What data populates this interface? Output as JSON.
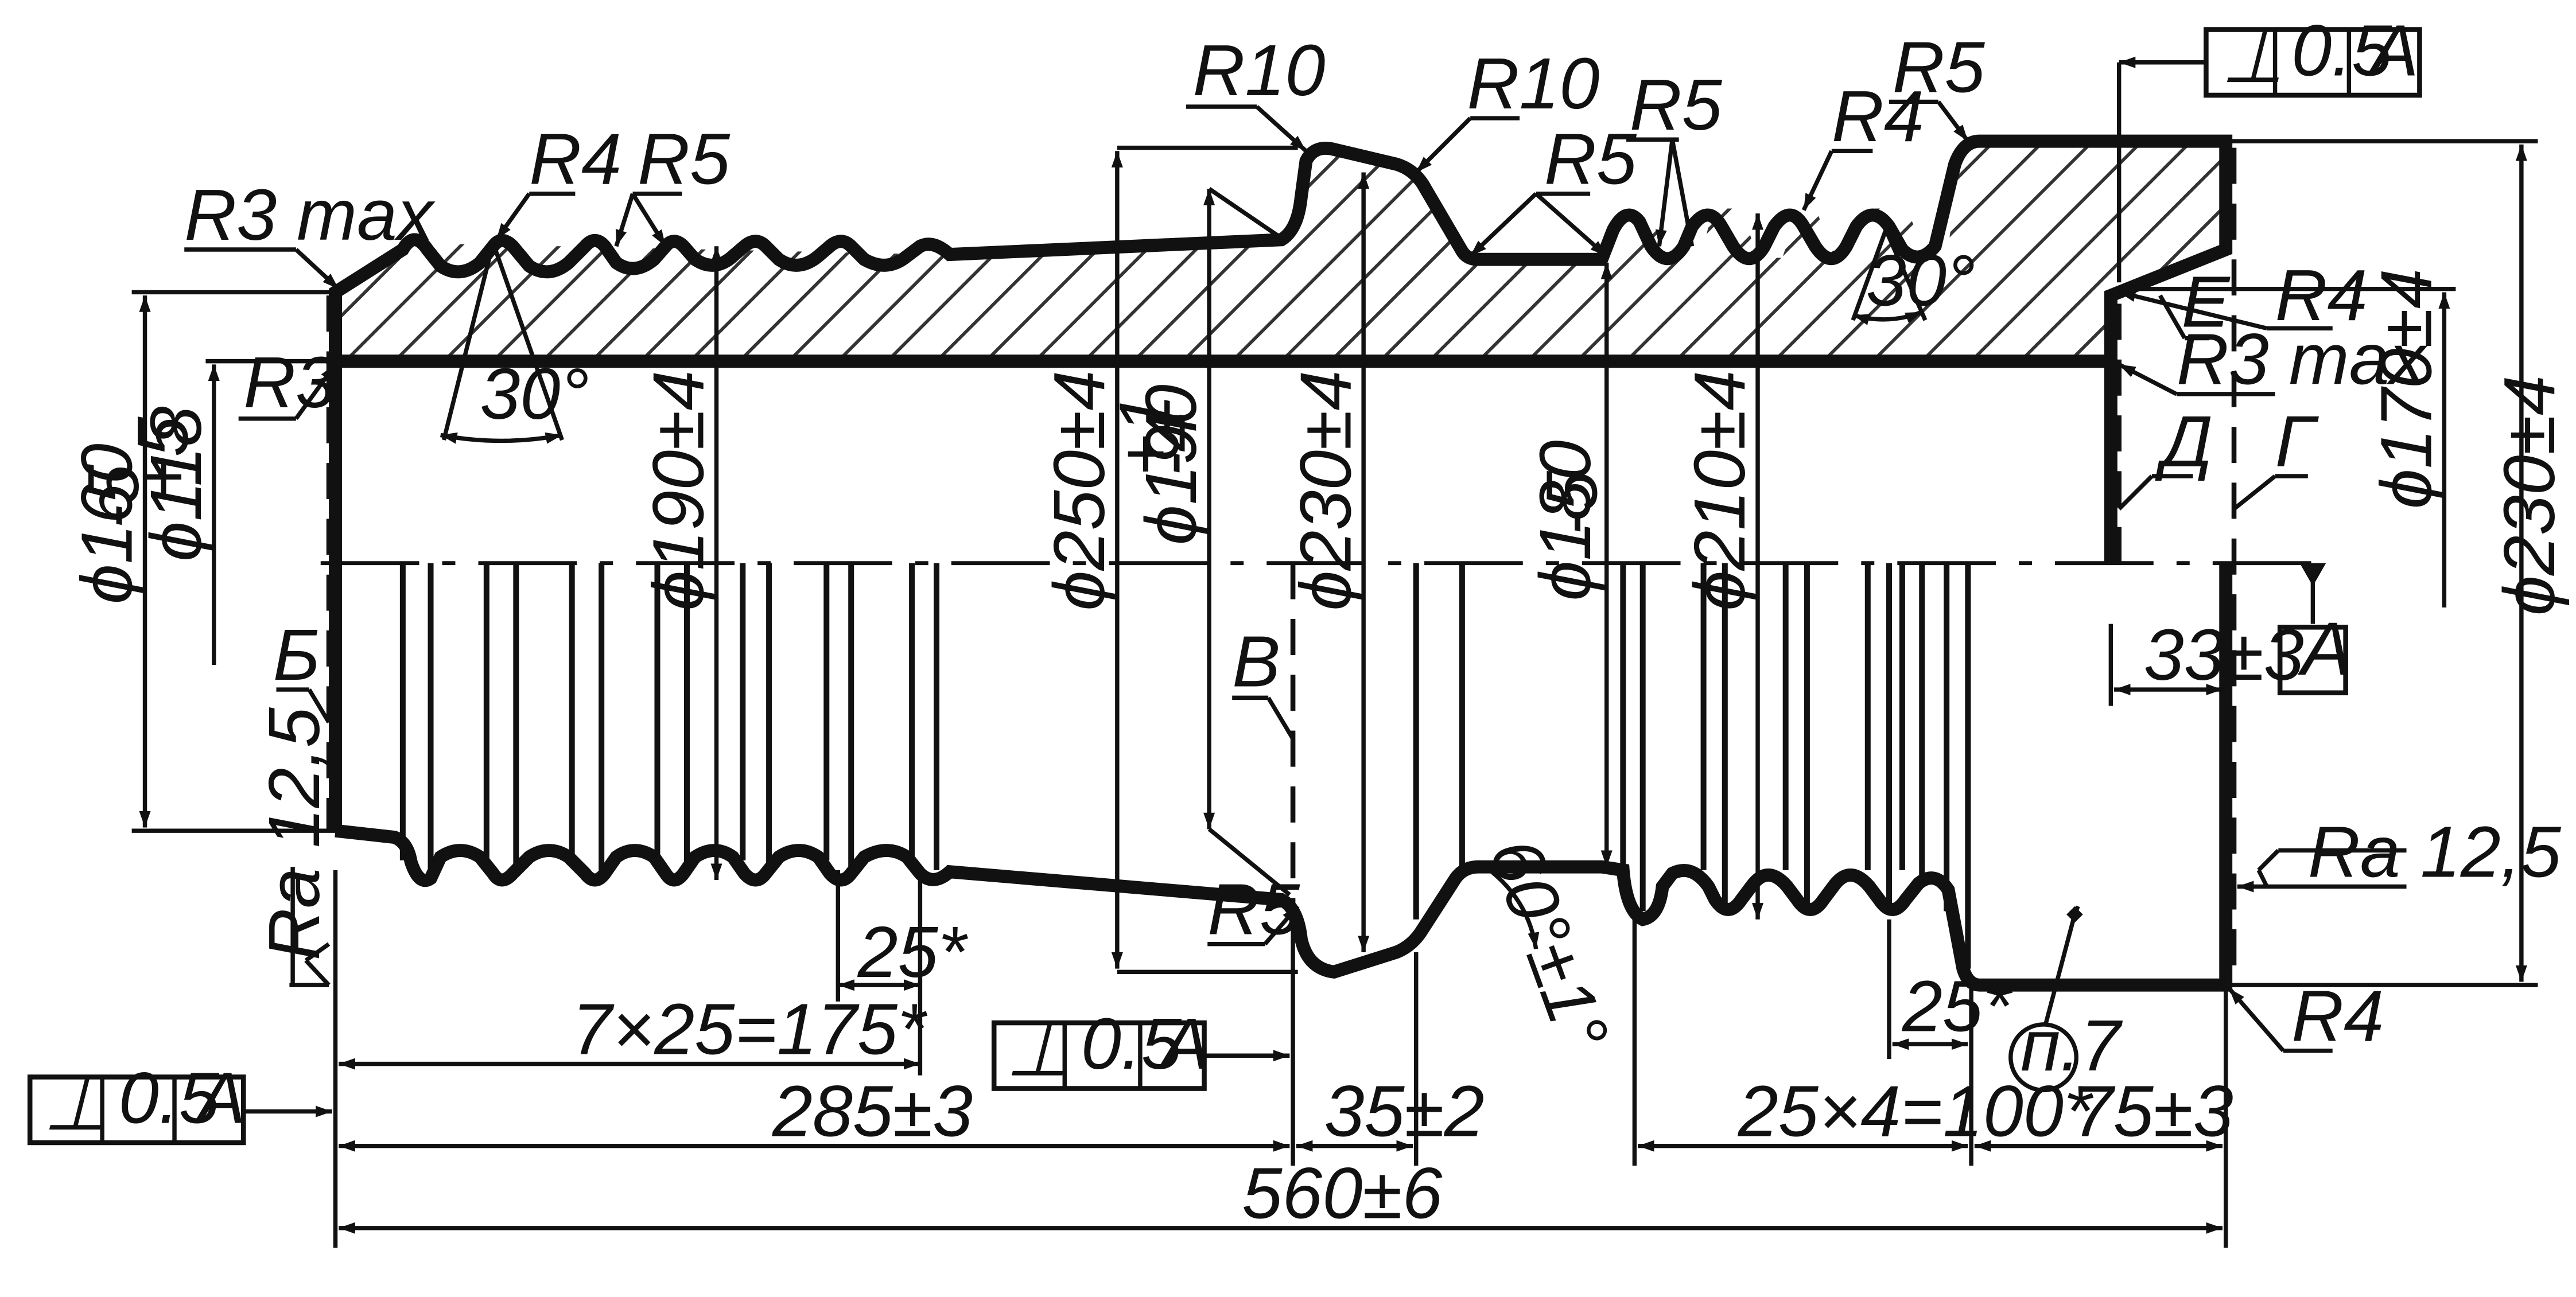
{
  "radii": {
    "r3max_left": "R3 max",
    "r4_left": "R4",
    "r5_left": "R5",
    "r10_a": "R10",
    "r10_b": "R10",
    "r5_mid": "R5",
    "r5_groove": "R5",
    "r4_right": "R4",
    "r5_top": "R5",
    "r3_left": "R3",
    "r4_flange": "R4",
    "r3max_right": "R3 max",
    "r5_bottom": "R5",
    "r4_bottom": "R4"
  },
  "angles": {
    "left_groove": "30°",
    "right_groove": "30°",
    "chamfer": "60°±1°"
  },
  "diameters": {
    "d160": "ϕ160",
    "d160_tol": "-5",
    "d118": "ϕ118",
    "d118_tol": "+5",
    "d190_groove": "ϕ190±4",
    "d250": "ϕ250±4",
    "d190": "ϕ190",
    "d190_tol_upper": "+1",
    "d190_tol_lower": "-4",
    "d230_mid": "ϕ230±4",
    "d180": "ϕ180",
    "d180_tol": "-5",
    "d210": "ϕ210±4",
    "d170": "ϕ170±4",
    "d230_right": "ϕ230±4"
  },
  "surfaces": {
    "b": "Б",
    "v": "В",
    "g": "Г",
    "d": "Д",
    "e": "Е"
  },
  "datum": {
    "label": "A"
  },
  "tolerance_frames": [
    {
      "symbol": "⊥",
      "value": "0.5",
      "datum": "A"
    },
    {
      "symbol": "⊥",
      "value": "0.5",
      "datum": "A"
    },
    {
      "symbol": "⊥",
      "value": "0.5",
      "datum": "A"
    }
  ],
  "roughness": {
    "left": "Ra 12,5",
    "right": "Ra 12,5"
  },
  "dimensions": {
    "pitch_left": "25*",
    "series_left": "7×25=175*",
    "len_285": "285±3",
    "len_35": "35±2",
    "series_right": "25×4=100*",
    "pitch_right": "25*",
    "len_75": "75±3",
    "len_33": "33±3",
    "overall": "560±6"
  },
  "note": {
    "label": "п.7"
  }
}
